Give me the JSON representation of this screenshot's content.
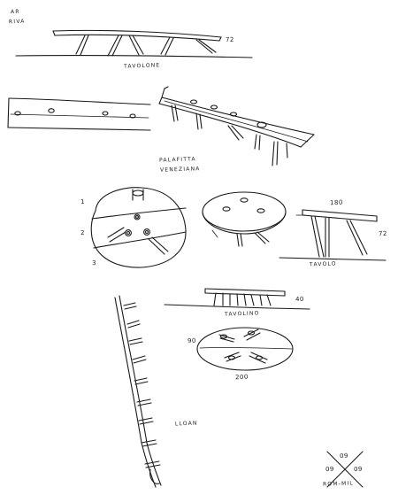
{
  "labels": {
    "header_line1": "AR",
    "header_line2": "RIVA",
    "tavolone_height": "72",
    "tavolone": "TAVOLONE",
    "palafitta_line1": "PALAFITTA",
    "palafitta_line2": "VENEZIANA",
    "round_top_num1": "1",
    "round_top_num2": "2",
    "round_top_num3": "3",
    "tavolo_width": "180",
    "tavolo_height": "72",
    "tavolo": "TAVOLO",
    "tavolino_height": "40",
    "tavolino": "TAVOLINO",
    "tavolino_depth": "90",
    "tavolino_width": "200",
    "ladder": "LLOAN",
    "stamp_top": "09",
    "stamp_left": "09",
    "stamp_right": "09",
    "stamp_bottom": "ROM-MIL"
  }
}
